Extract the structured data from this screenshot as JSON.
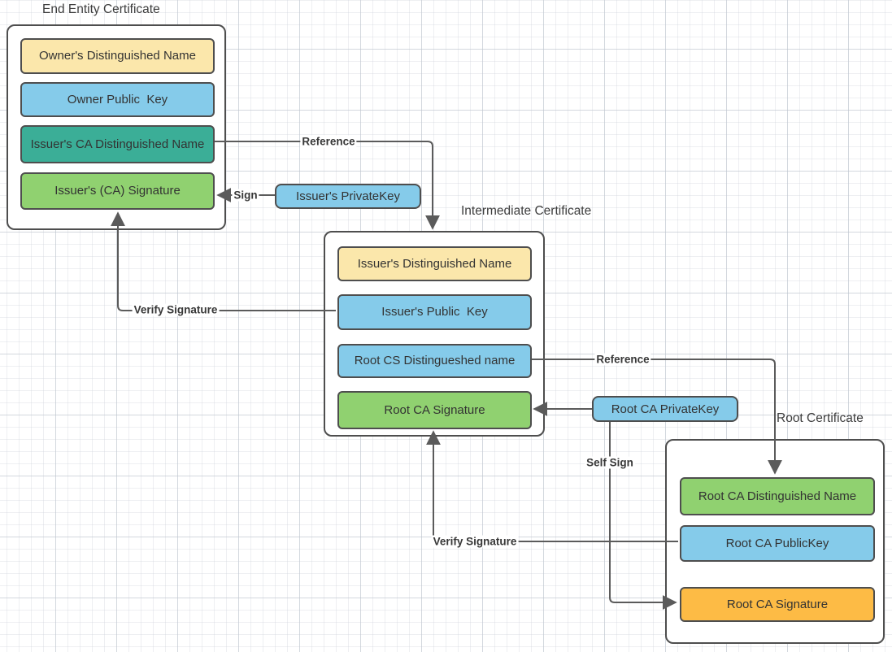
{
  "colors": {
    "yellow": "#FBE7AB",
    "blue": "#85CBEA",
    "teal": "#3BAE97",
    "green": "#90D170",
    "orange": "#FDBB45",
    "shape_border": "#4e4e4e",
    "connector": "#5b5b5b",
    "text": "#333333"
  },
  "certificates": [
    {
      "title": "End Entity Certificate",
      "fields": [
        {
          "label": "Owner's Distinguished Name",
          "color": "yellow"
        },
        {
          "label": "Owner Public  Key",
          "color": "blue"
        },
        {
          "label": "Issuer's CA Distinguished Name",
          "color": "teal"
        },
        {
          "label": "Issuer's (CA) Signature",
          "color": "green"
        }
      ]
    },
    {
      "title": "Intermediate Certificate",
      "fields": [
        {
          "label": "Issuer's Distinguished Name",
          "color": "yellow"
        },
        {
          "label": "Issuer's Public  Key",
          "color": "blue"
        },
        {
          "label": "Root CS Distingueshed name",
          "color": "blue"
        },
        {
          "label": "Root CA Signature",
          "color": "green"
        }
      ]
    },
    {
      "title": "Root Certificate",
      "fields": [
        {
          "label": "Root CA Distinguished Name",
          "color": "green"
        },
        {
          "label": "Root CA PublicKey",
          "color": "blue"
        },
        {
          "label": "Root CA Signature",
          "color": "orange"
        }
      ]
    }
  ],
  "keys": [
    {
      "label": "Issuer's PrivateKey",
      "color": "blue"
    },
    {
      "label": "Root CA PrivateKey",
      "color": "blue"
    }
  ],
  "connectors": [
    {
      "label": "Reference"
    },
    {
      "label": "Sign"
    },
    {
      "label": "Verify Signature"
    },
    {
      "label": "Reference"
    },
    {
      "label": "Self Sign"
    },
    {
      "label": "Verify Signature"
    }
  ]
}
